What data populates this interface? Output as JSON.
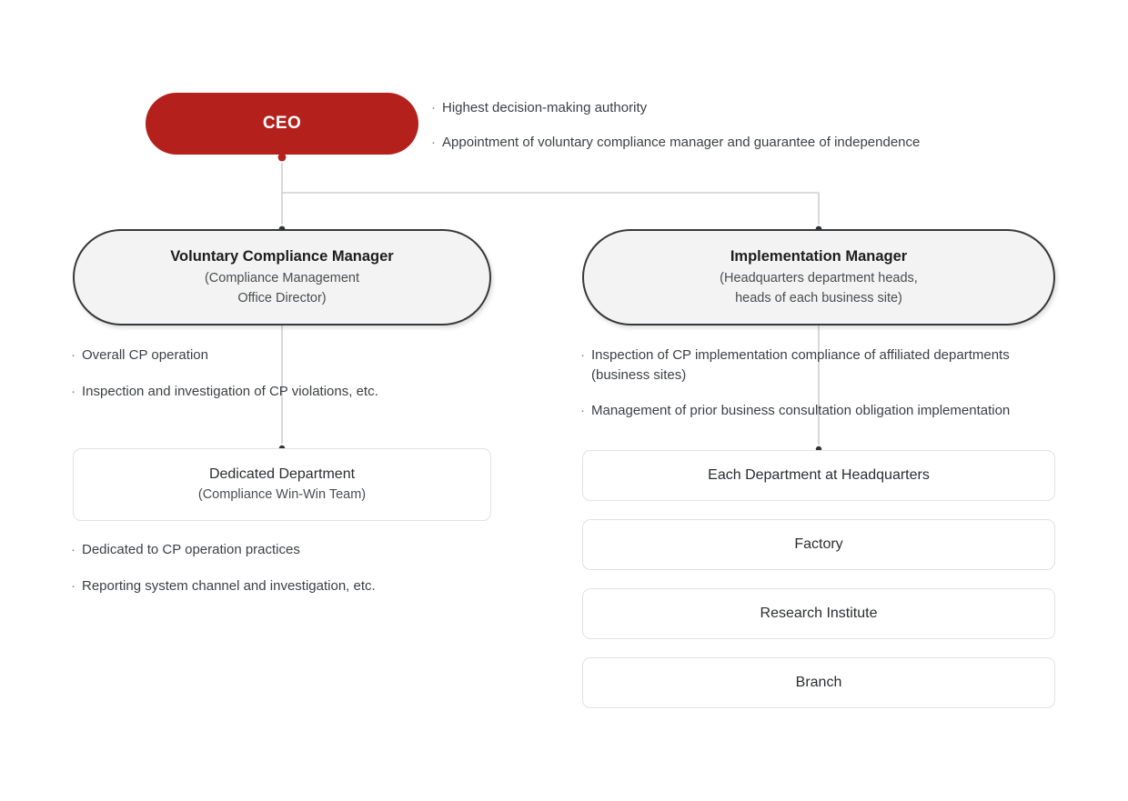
{
  "chart": {
    "type": "org-chart",
    "accent_color": "#B4211C",
    "node_fill_gray": "#F3F3F3",
    "node_border_dark": "#36383A",
    "box_border_light": "#E2E2E4",
    "connector_color": "#CFCFD1",
    "bullet_mark": "·"
  },
  "ceo": {
    "label": "CEO",
    "bullets": [
      "Highest decision-making authority",
      "Appointment of voluntary compliance manager and guarantee of independence"
    ]
  },
  "voluntary_compliance_manager": {
    "title": "Voluntary Compliance Manager",
    "subtitle_line1": "(Compliance Management",
    "subtitle_line2": "Office Director)",
    "bullets": [
      "Overall CP operation",
      "Inspection and investigation of CP violations, etc."
    ]
  },
  "implementation_manager": {
    "title": "Implementation Manager",
    "subtitle_line1": "(Headquarters department heads,",
    "subtitle_line2": "heads of each business site)",
    "bullets": [
      "Inspection of CP implementation compliance of affiliated departments\n(business sites)",
      "Management of prior business consultation obligation implementation"
    ]
  },
  "dedicated_department": {
    "title": "Dedicated Department",
    "subtitle": "(Compliance Win-Win Team)",
    "bullets": [
      "Dedicated to CP operation practices",
      "Reporting system channel and investigation, etc."
    ]
  },
  "implementation_units": [
    {
      "label": "Each Department at Headquarters"
    },
    {
      "label": "Factory"
    },
    {
      "label": "Research Institute"
    },
    {
      "label": "Branch"
    }
  ]
}
